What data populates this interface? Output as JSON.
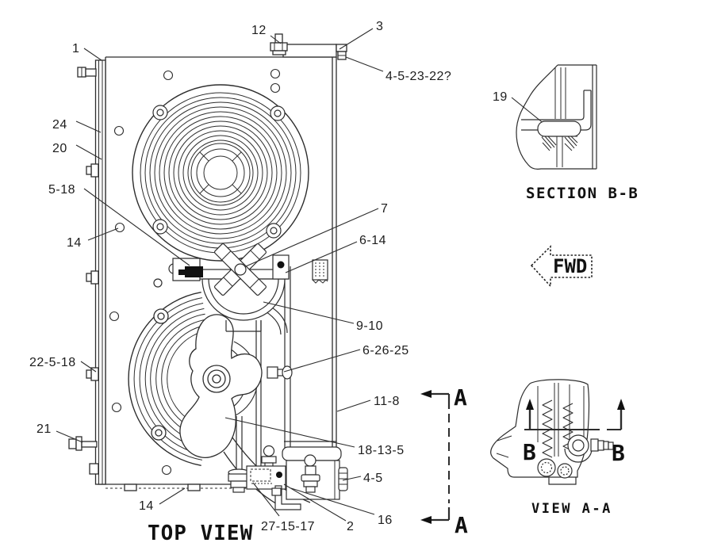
{
  "page": {
    "background": "#ffffff",
    "line_color": "#2d2d2d",
    "text_color": "#1d1d1d",
    "description": "Technical parts diagram, top view of fan/radiator group with section details"
  },
  "captions": {
    "top_view": "TOP VIEW",
    "section_bb": "SECTION B-B",
    "view_aa": "VIEW A-A",
    "fwd_arrow": "FWD"
  },
  "section_markers": {
    "a_top": "A",
    "a_bottom": "A",
    "b_left": "B",
    "b_right": "B"
  },
  "part_labels": [
    {
      "text": "1"
    },
    {
      "text": "12"
    },
    {
      "text": "3"
    },
    {
      "text": "4-5-23-22?"
    },
    {
      "text": "24"
    },
    {
      "text": "20"
    },
    {
      "text": "5-18"
    },
    {
      "text": "14"
    },
    {
      "text": "7"
    },
    {
      "text": "6-14"
    },
    {
      "text": "9-10"
    },
    {
      "text": "6-26-25"
    },
    {
      "text": "11-8"
    },
    {
      "text": "22-5-18"
    },
    {
      "text": "21"
    },
    {
      "text": "18-13-5"
    },
    {
      "text": "4-5"
    },
    {
      "text": "14"
    },
    {
      "text": "27-15-17"
    },
    {
      "text": "2"
    },
    {
      "text": "16"
    },
    {
      "text": "19"
    }
  ]
}
